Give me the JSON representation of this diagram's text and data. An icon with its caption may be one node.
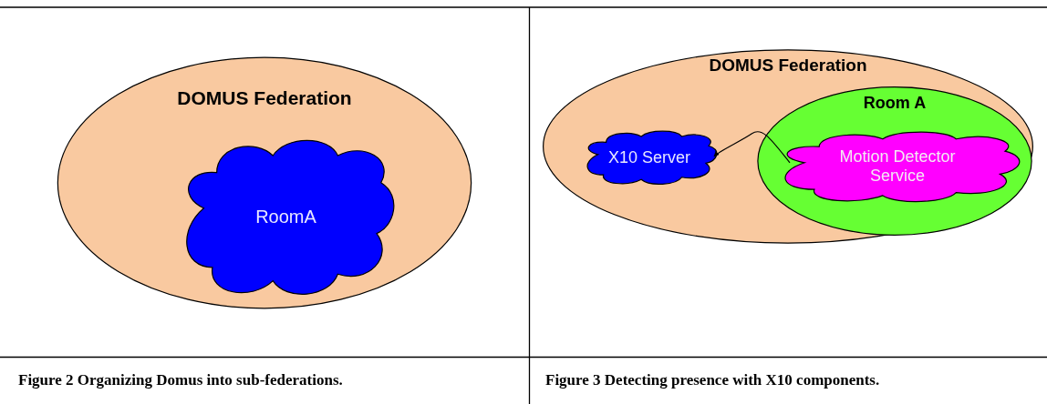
{
  "diagram": {
    "nodes": [
      {
        "text": [
          "DOMUS Federation"
        ]
      },
      {
        "text": [
          "RoomA"
        ],
        "in": 0
      },
      {
        "text": [
          "DOMUS Federation"
        ]
      },
      {
        "text": [
          "X10 Server"
        ],
        "in": 2
      },
      {
        "text": [
          "Room A"
        ],
        "in": 2
      },
      {
        "text": [
          "Motion Detector Service"
        ],
        "in": 4
      }
    ],
    "edges": [
      {
        "from": 5,
        "to": 3,
        "arrow": "to"
      }
    ],
    "labels": [
      "Figure 2 Organizing Domus into sub-federations.",
      "Figure 3 Detecting presence with X10 components."
    ]
  }
}
